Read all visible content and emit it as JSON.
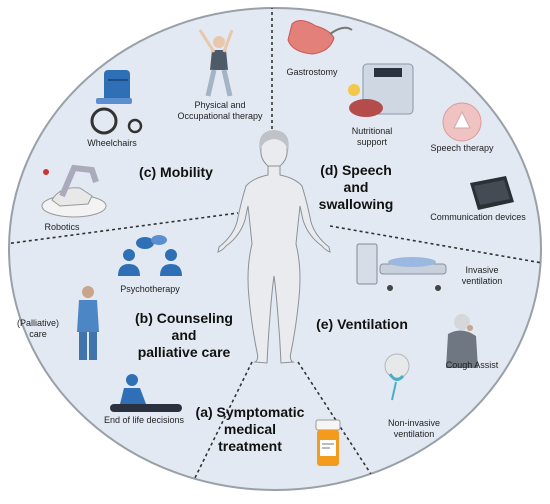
{
  "sections": {
    "a": {
      "title_lines": [
        "(a) Symptomatic",
        "medical",
        "treatment"
      ]
    },
    "b": {
      "title_lines": [
        "(b) Counseling",
        "and",
        "palliative care"
      ]
    },
    "c": {
      "title_lines": [
        "(c) Mobility"
      ]
    },
    "d": {
      "title_lines": [
        "(d) Speech",
        "and",
        "swallowing"
      ]
    },
    "e": {
      "title_lines": [
        "(e) Ventilation"
      ]
    }
  },
  "labels": {
    "wheelchairs": [
      "Wheelchairs"
    ],
    "physical_therapy": [
      "Physical and",
      "Occupational therapy"
    ],
    "robotics": [
      "Robotics"
    ],
    "gastrostomy": [
      "Gastrostomy"
    ],
    "nutritional_support": [
      "Nutritional",
      "support"
    ],
    "speech_therapy": [
      "Speech therapy"
    ],
    "communication_devices": [
      "Communication devices"
    ],
    "psychotherapy": [
      "Psychotherapy"
    ],
    "palliative_care": [
      "(Palliative)",
      "care"
    ],
    "end_of_life": [
      "End of life decisions"
    ],
    "invasive_ventilation": [
      "Invasive",
      "ventilation"
    ],
    "cough_assist": [
      "Cough Assist"
    ],
    "noninvasive_ventilation": [
      "Non-invasive",
      "ventilation"
    ]
  },
  "colors": {
    "background": "#e3e9f2",
    "border": "#9aa0a8",
    "divider": "#333333",
    "body": "#e9ebee",
    "accent_blue": "#2e6fb5",
    "pill_orange": "#f29b1d"
  },
  "icons": [
    "wheelchair-icon",
    "stretching-person-icon",
    "robotic-arm-icon",
    "stomach-icon",
    "scale-icon",
    "food-icon",
    "throat-icon",
    "tablet-icon",
    "human-body-icon",
    "people-talking-icon",
    "doctor-icon",
    "cpr-icon",
    "hospital-bed-icon",
    "coughing-person-icon",
    "oxygen-mask-icon",
    "pill-bottle-icon"
  ]
}
